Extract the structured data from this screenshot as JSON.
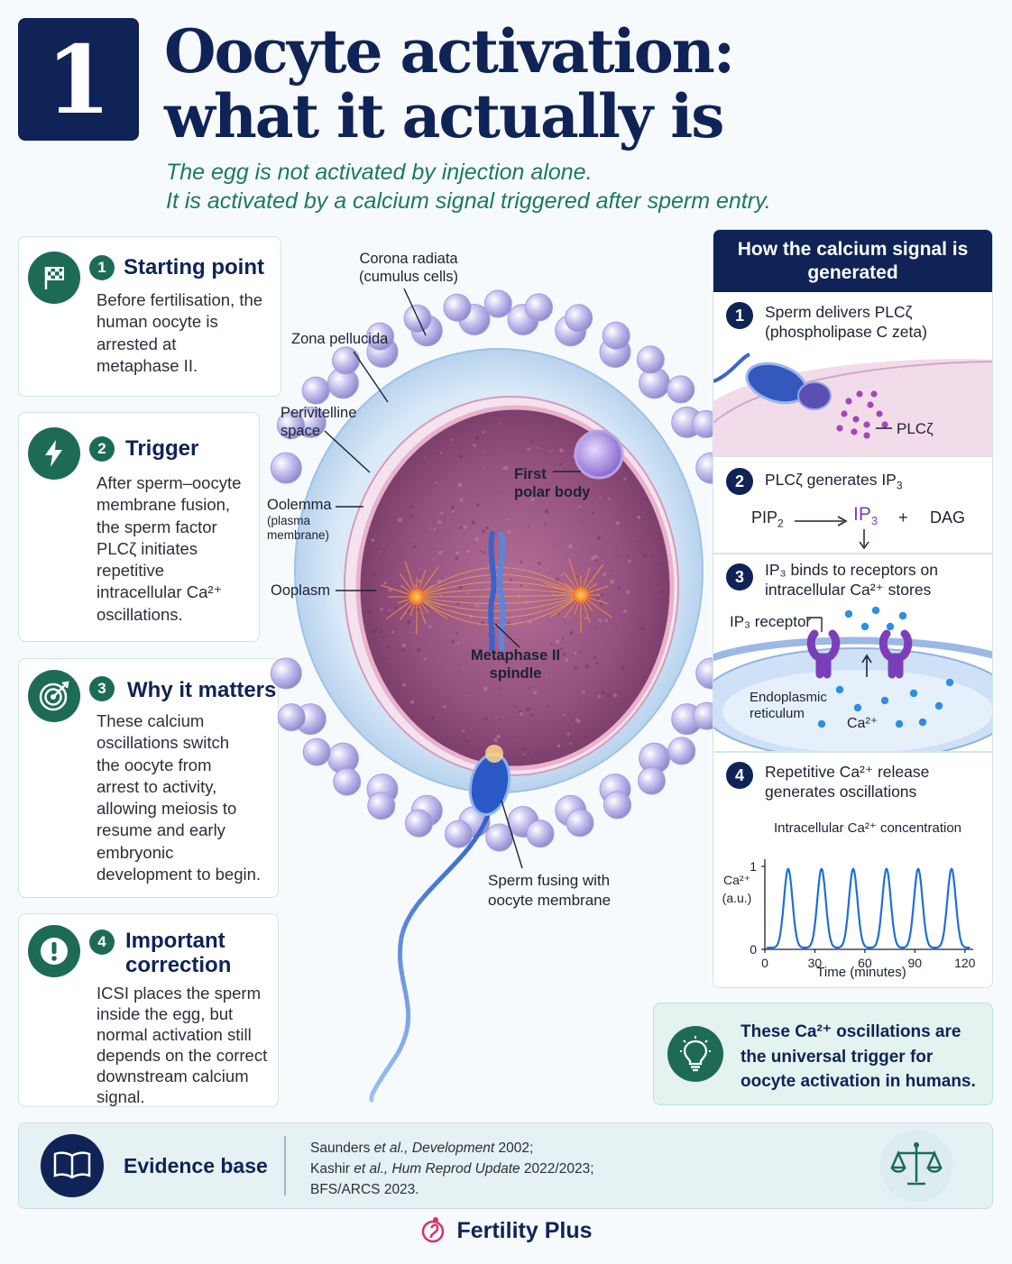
{
  "header": {
    "number": "1",
    "title_line1": "Oocyte activation:",
    "title_line2": "what it actually is",
    "subtitle_line1": "The egg is not activated by injection alone.",
    "subtitle_line2": "It is activated by a calcium signal triggered after sperm entry."
  },
  "cards": [
    {
      "number": "1",
      "title": "Starting point",
      "body": "Before fertilisation, the\nhuman oocyte is\narrested at\nmetaphase II.",
      "icon": "checkered-flag-icon"
    },
    {
      "number": "2",
      "title": "Trigger",
      "body": "After sperm–oocyte\nmembrane fusion,\nthe sperm factor\nPLCζ initiates\nrepetitive\nintracellular Ca²⁺\noscillations.",
      "icon": "lightning-bolt-icon"
    },
    {
      "number": "3",
      "title": "Why it matters",
      "body": "These calcium\noscillations switch\nthe oocyte from\narrest to activity,\nallowing meiosis to\nresume and early\nembryonic\ndevelopment to begin.",
      "icon": "target-icon"
    },
    {
      "number": "4",
      "title": "Important\ncorrection",
      "body": "ICSI places the sperm\ninside the egg, but\nnormal activation still\ndepends on the correct\ndownstream calcium\nsignal.",
      "icon": "exclamation-icon"
    }
  ],
  "diagram": {
    "corona": "Corona radiata\n(cumulus cells)",
    "zona": "Zona pellucida",
    "perivitelline": "Perivitelline\nspace",
    "polar_body": "First\npolar body",
    "oolemma": "Oolemma",
    "oolemma_sub": "(plasma\nmembrane)",
    "ooplasm": "Ooplasm",
    "spindle": "Metaphase II\nspindle",
    "sperm": "Sperm fusing with\noocyte membrane"
  },
  "panel": {
    "heading": "How the calcium signal is\ngenerated",
    "steps": [
      {
        "number": "1",
        "text": "Sperm delivers PLCζ\n(phospholipase C zeta)"
      },
      {
        "number": "2",
        "text_main": "PLCζ generates IP",
        "text_sub": "3"
      },
      {
        "number": "3",
        "text": "IP₃ binds to receptors on\nintracellular Ca²⁺ stores"
      },
      {
        "number": "4",
        "text": "Repetitive Ca²⁺ release\ngenerates oscillations"
      }
    ],
    "plcz_label": "PLCζ",
    "eq_pip": "PIP",
    "eq_pip_sub": "2",
    "eq_ip": "IP",
    "eq_ip_sub": "3",
    "eq_plus": "+",
    "eq_dag": "DAG",
    "ip3_receptor": "IP₃ receptor",
    "er_label": "Endoplasmic\nreticulum",
    "ca_label": "Ca²⁺"
  },
  "chart_data": {
    "type": "line",
    "title": "Intracellular Ca²⁺ concentration",
    "xlabel": "Time (minutes)",
    "ylabel": "Ca²⁺\n(a.u.)",
    "xlim": [
      0,
      125
    ],
    "ylim": [
      0,
      1
    ],
    "xticks": [
      "0",
      "30",
      "60",
      "90",
      "120"
    ],
    "yticks": [
      "0",
      "1"
    ],
    "peaks_minutes": [
      14,
      34,
      53,
      73,
      92,
      112
    ],
    "peak_value": 0.97,
    "baseline_value": 0.02,
    "color": "#1f6fd1"
  },
  "conclusion": "These Ca²⁺ oscillations are\nthe universal trigger for\noocyte activation in humans.",
  "evidence": {
    "title": "Evidence base",
    "ref1_a": "Saunders ",
    "ref1_b": "et al., Development",
    "ref1_c": " 2002;",
    "ref2_a": "Kashir ",
    "ref2_b": "et al., Hum Reprod Update",
    "ref2_c": " 2022/2023;",
    "ref3": "BFS/ARCS 2023."
  },
  "brand": "Fertility Plus",
  "colors": {
    "navy": "#0f2356",
    "green": "#1d6b57",
    "accent_green_text": "#1d7a5c",
    "pink": "#d6336c"
  }
}
